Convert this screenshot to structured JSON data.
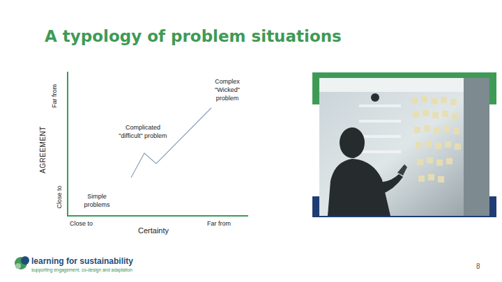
{
  "diagram": {
    "title": "A typology of problem situations",
    "labels": [
      "Far from",
      "AGREEMENT",
      "Close to",
      "Complex \"Wicked\" problem",
      "Complicated \"difficult\" problem",
      "Simple problems",
      "Close to",
      "Certainty",
      "Far from",
      "learning for sustainability",
      "supporting engagement, co-design and adaptation",
      "8"
    ]
  }
}
